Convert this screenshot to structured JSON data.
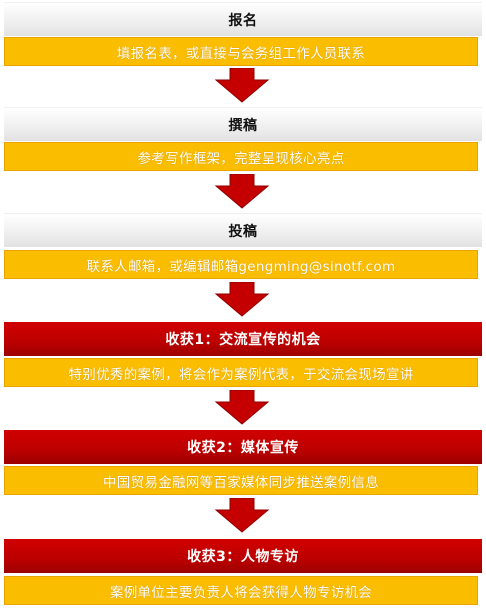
{
  "steps": [
    {
      "title": "报名",
      "desc": "填报名表，或直接与会务组工作人员联系",
      "style": "gray"
    },
    {
      "title": "撰稿",
      "desc": "参考写作框架，完整呈现核心亮点",
      "style": "gray"
    },
    {
      "title": "投稿",
      "desc": "联系人邮箱，或编辑邮箱gengming@sinotf.com",
      "style": "gray"
    },
    {
      "title": "收获1：交流宣传的机会",
      "desc": "特别优秀的案例，将会作为案例代表，于交流会现场宣讲",
      "style": "red"
    },
    {
      "title": "收获2：媒体宣传",
      "desc": "中国贸易金融网等百家媒体同步推送案例信息",
      "style": "red"
    },
    {
      "title": "收获3：人物专访",
      "desc": "案例单位主要负责人将会获得人物专访机会",
      "style": "red"
    }
  ],
  "colors": {
    "accent_red": "#c00000",
    "bar_yellow": "#fbbd00",
    "arrow_red": "#c40000"
  }
}
